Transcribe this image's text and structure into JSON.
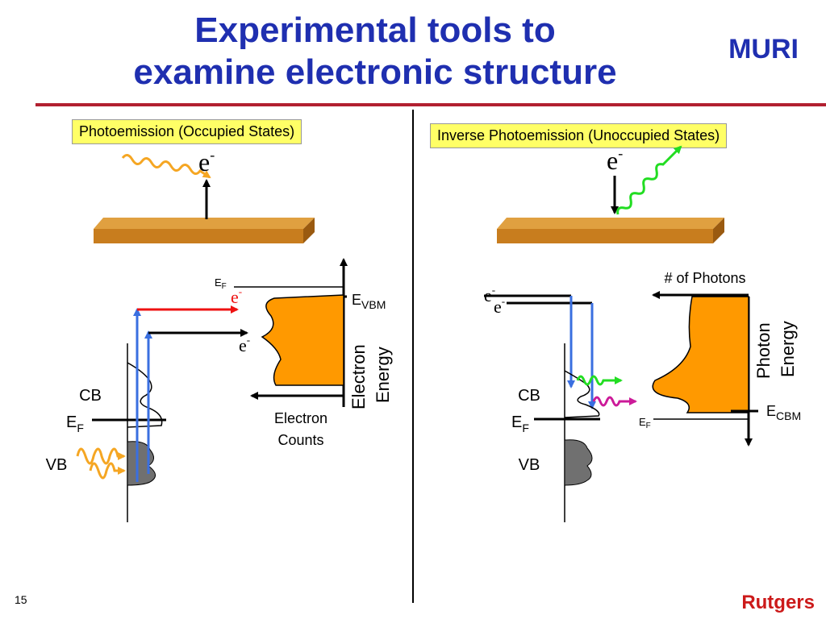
{
  "slide": {
    "title_line1": "Experimental tools to",
    "title_line2": "examine electronic structure",
    "logo_text": "MURI",
    "page_number": "15",
    "footer_brand": "Rutgers"
  },
  "left_panel": {
    "header": "Photoemission (Occupied States)",
    "electron_label": "e",
    "electron_sup": "-",
    "ef_small": "E",
    "ef_small_sub": "F",
    "e_red": "e",
    "e_red_sup": "-",
    "e_black": "e",
    "e_black_sup": "-",
    "evbm": "E",
    "evbm_sub": "VBM",
    "axis_label_1": "Electron",
    "axis_label_2": "Energy",
    "counts_label_1": "Electron",
    "counts_label_2": "Counts",
    "cb": "CB",
    "ef": "E",
    "ef_sub": "F",
    "vb": "VB"
  },
  "right_panel": {
    "header": "Inverse Photoemission (Unoccupied States)",
    "electron_label": "e",
    "electron_sup": "-",
    "e1": "e",
    "e1_sup": "-",
    "e2": "e",
    "e2_sup": "-",
    "photons_label": "# of Photons",
    "axis_label_1": "Photon",
    "axis_label_2": "Energy",
    "ecbm": "E",
    "ecbm_sub": "CBM",
    "ef_small": "E",
    "ef_small_sub": "F",
    "cb": "CB",
    "ef": "E",
    "ef_sub": "F",
    "vb": "VB"
  },
  "colors": {
    "title_blue": "#1f2fb0",
    "accent_red": "#b22030",
    "spectrum_orange": "#ff9900",
    "slab_brown": "#c87d1e",
    "photon_orange": "#f5a623",
    "photon_green": "#22dd22",
    "photon_magenta": "#cc1a99",
    "transition_blue": "#3a6fe0",
    "vb_gray": "#707070"
  }
}
